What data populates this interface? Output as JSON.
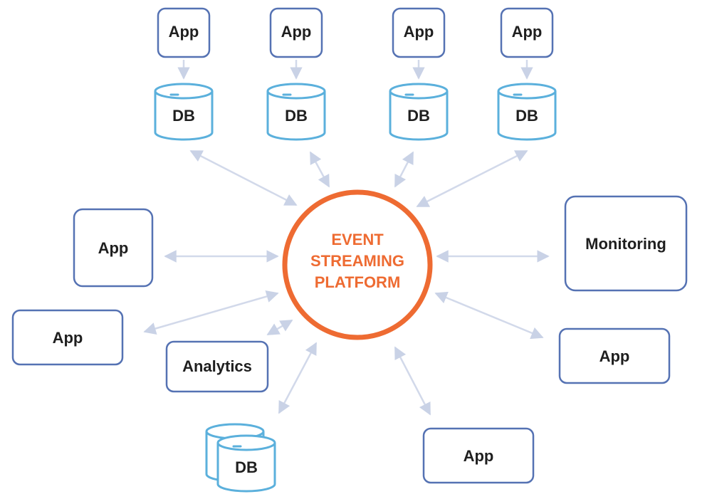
{
  "center": {
    "lines": [
      "EVENT",
      "STREAMING",
      "PLATFORM"
    ]
  },
  "top_pairs": [
    {
      "app_label": "App",
      "db_label": "DB"
    },
    {
      "app_label": "App",
      "db_label": "DB"
    },
    {
      "app_label": "App",
      "db_label": "DB"
    },
    {
      "app_label": "App",
      "db_label": "DB"
    }
  ],
  "nodes": {
    "app_left_upper": "App",
    "app_left_lower": "App",
    "analytics": "Analytics",
    "db_bottom": "DB",
    "app_bottom": "App",
    "app_right": "App",
    "monitoring": "Monitoring"
  },
  "colors": {
    "box_stroke": "#5572b3",
    "db_stroke": "#5bb0dc",
    "center_stroke": "#ee6b32",
    "center_text": "#ee6b32",
    "arrow": "#d2d9ea",
    "text": "#1f1f1f"
  }
}
